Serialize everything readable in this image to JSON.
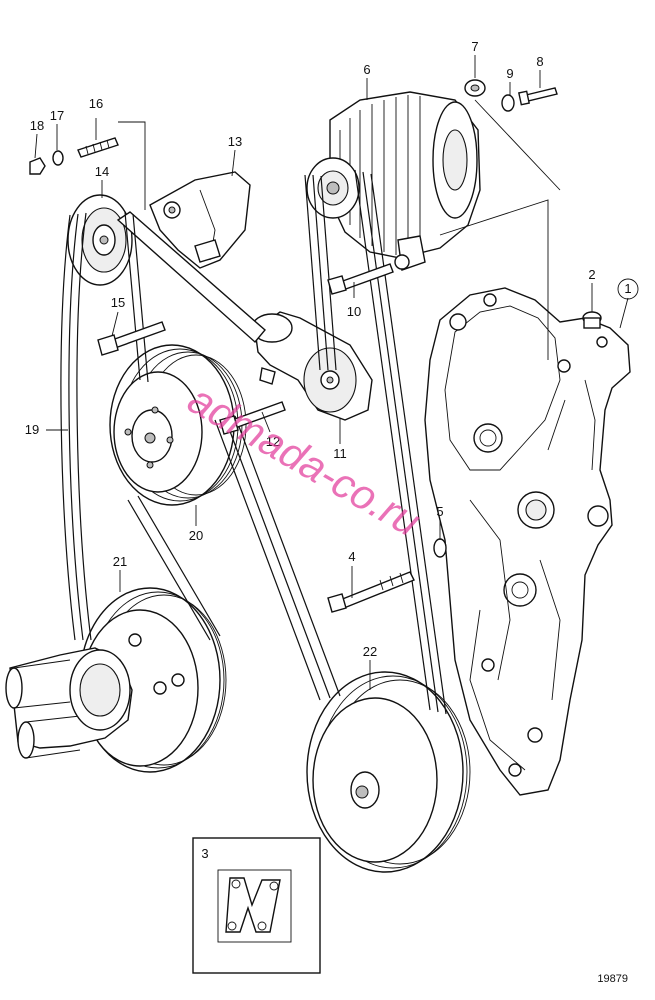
{
  "diagram": {
    "figure_number": "19879",
    "watermark": "admada-co.ru",
    "callouts": [
      {
        "id": "c1",
        "label": "1"
      },
      {
        "id": "c2",
        "label": "2"
      },
      {
        "id": "c3",
        "label": "3"
      },
      {
        "id": "c4",
        "label": "4"
      },
      {
        "id": "c5",
        "label": "5"
      },
      {
        "id": "c6",
        "label": "6"
      },
      {
        "id": "c7",
        "label": "7"
      },
      {
        "id": "c8",
        "label": "8"
      },
      {
        "id": "c9",
        "label": "9"
      },
      {
        "id": "c10",
        "label": "10"
      },
      {
        "id": "c11",
        "label": "11"
      },
      {
        "id": "c12",
        "label": "12"
      },
      {
        "id": "c13",
        "label": "13"
      },
      {
        "id": "c14",
        "label": "14"
      },
      {
        "id": "c15",
        "label": "15"
      },
      {
        "id": "c16",
        "label": "16"
      },
      {
        "id": "c17",
        "label": "17"
      },
      {
        "id": "c18",
        "label": "18"
      },
      {
        "id": "c19",
        "label": "19"
      },
      {
        "id": "c20",
        "label": "20"
      },
      {
        "id": "c21",
        "label": "21"
      },
      {
        "id": "c22",
        "label": "22"
      }
    ],
    "colors": {
      "line": "#111111",
      "watermark": "#e33c9c",
      "background": "#ffffff"
    }
  }
}
